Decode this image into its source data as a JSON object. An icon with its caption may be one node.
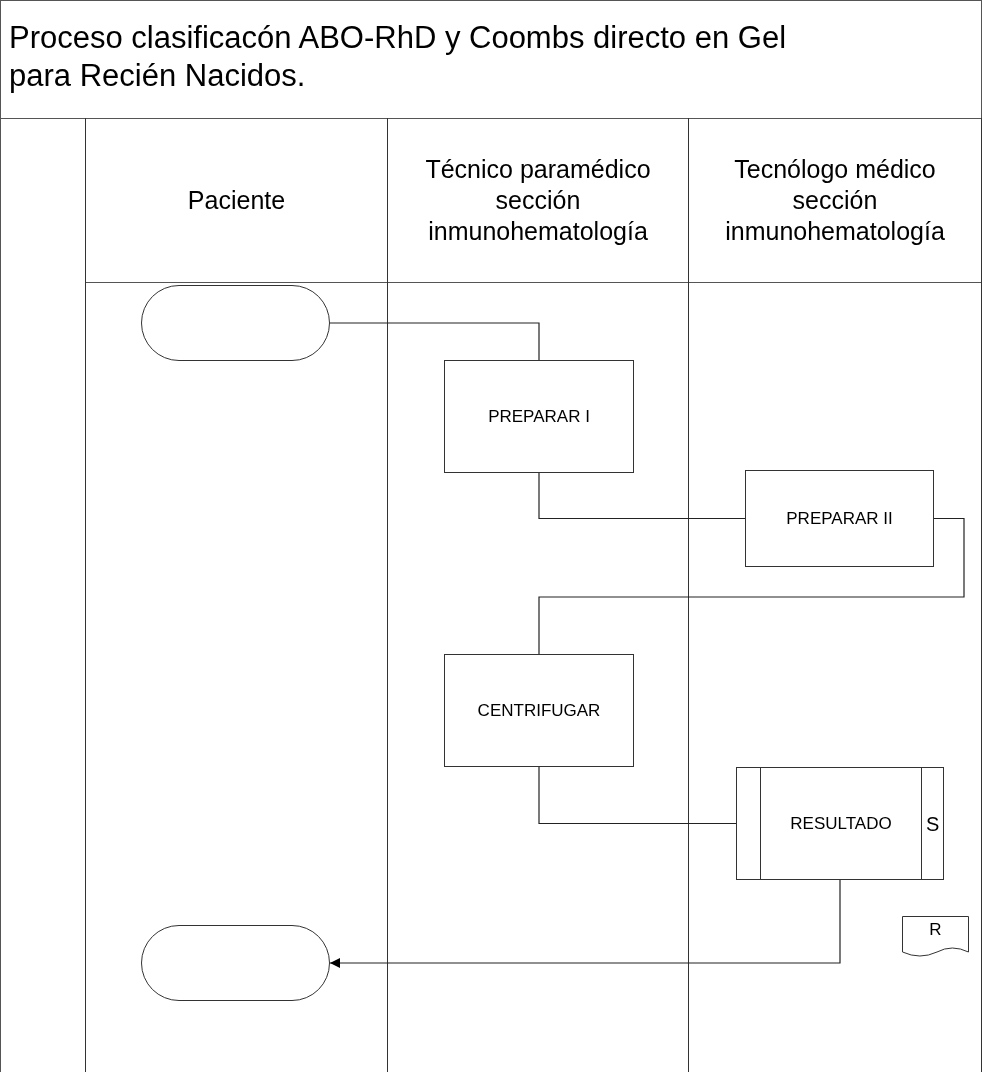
{
  "diagram": {
    "title": "Proceso clasificacón ABO-RhD y Coombs directo en Gel para Recién Nacidos.",
    "nodes": [
      {
        "text": [
          "Paciente"
        ]
      },
      {
        "text": [
          "Técnico paramédico sección inmunohematología"
        ]
      },
      {
        "text": [
          "Tecnólogo médico sección inmunohematología"
        ]
      },
      {
        "text": [],
        "shape": "stadium",
        "in": 0
      },
      {
        "text": [
          "PREPARAR I"
        ],
        "in": 1
      },
      {
        "text": [
          "PREPARAR II"
        ],
        "in": 2
      },
      {
        "text": [
          "CENTRIFUGAR"
        ],
        "in": 1
      },
      {
        "text": [
          "RESULTADO",
          "S"
        ],
        "in": 2
      },
      {
        "text": [
          "R"
        ],
        "in": 2
      },
      {
        "text": [],
        "shape": "stadium",
        "in": 0
      }
    ],
    "edges": [
      {
        "from": 3,
        "to": 4,
        "arrow": "none"
      },
      {
        "from": 4,
        "to": 5,
        "arrow": "none"
      },
      {
        "from": 5,
        "to": 6,
        "arrow": "none"
      },
      {
        "from": 6,
        "to": 7,
        "arrow": "none"
      },
      {
        "from": 7,
        "to": 9,
        "arrow": "to"
      }
    ]
  }
}
